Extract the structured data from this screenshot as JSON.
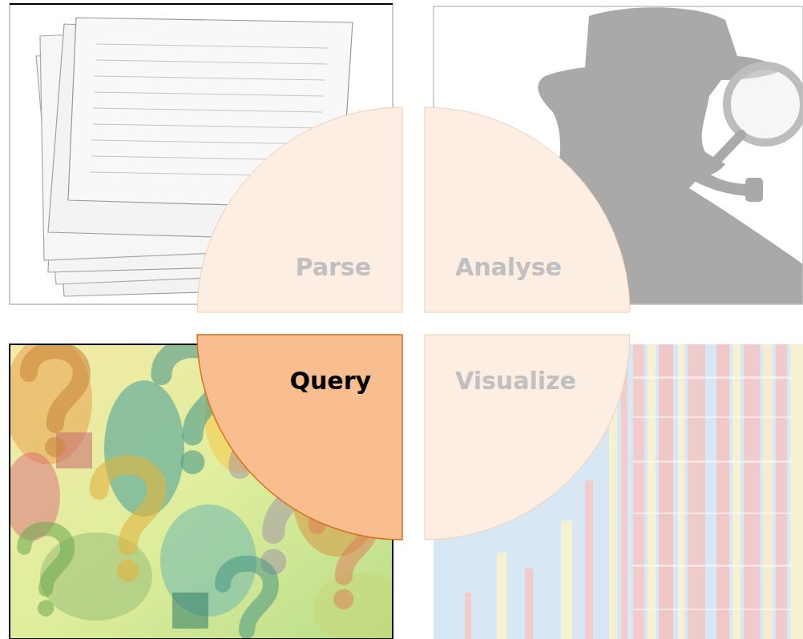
{
  "diagram": {
    "nodes": [
      {
        "text": [
          "Parse"
        ]
      },
      {
        "text": [
          "Analyse"
        ]
      },
      {
        "text": [
          "Query"
        ]
      },
      {
        "text": [
          "Visualize"
        ]
      }
    ]
  }
}
